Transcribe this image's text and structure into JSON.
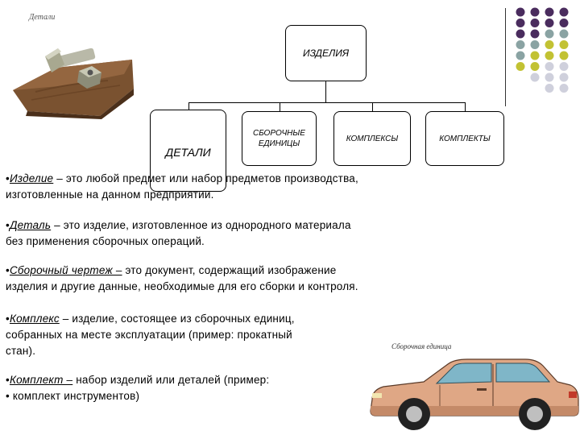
{
  "images": {
    "parts_caption": "Детали",
    "car_caption": "Сборочная единица"
  },
  "diagram": {
    "root": "ИЗДЕЛИЯ",
    "children": {
      "details": "ДЕТАЛИ",
      "assembly_line1": "СБОРОЧНЫЕ",
      "assembly_line2": "ЕДИНИЦЫ",
      "complexes": "КОМПЛЕКСЫ",
      "kits": "КОМПЛЕКТЫ"
    }
  },
  "definitions": {
    "item": {
      "bullet": "•",
      "term": "Изделие",
      "line1": " – это любой предмет или набор предметов производства,",
      "line2": " изготовленные на данном предприятии."
    },
    "part": {
      "bullet": "•",
      "term": "Деталь",
      "line1": " – это изделие, изготовленное из однородного материала",
      "line2": "без применения сборочных операций."
    },
    "assembly_drawing": {
      "bullet": "•",
      "term": "Сборочный чертеж –",
      "line1": " это документ, содержащий изображение",
      "line2": "изделия и другие данные, необходимые для его сборки и контроля."
    },
    "complex": {
      "bullet": "•",
      "term": "Комплекс",
      "line1": " – изделие, состоящее из сборочных единиц,",
      "line2": "собранных на месте эксплуатации (пример: прокатный",
      "line3": " стан)."
    },
    "kit": {
      "bullet": "•",
      "term": "Комплект –",
      "line1": " набор изделий или деталей (пример:",
      "line2": "• комплект инструментов)"
    }
  },
  "colors": {
    "dot_purple": "#4a2c5e",
    "dot_teal": "#8aa3a3",
    "dot_olive": "#c2c233",
    "dot_light": "#cfd0dc"
  }
}
